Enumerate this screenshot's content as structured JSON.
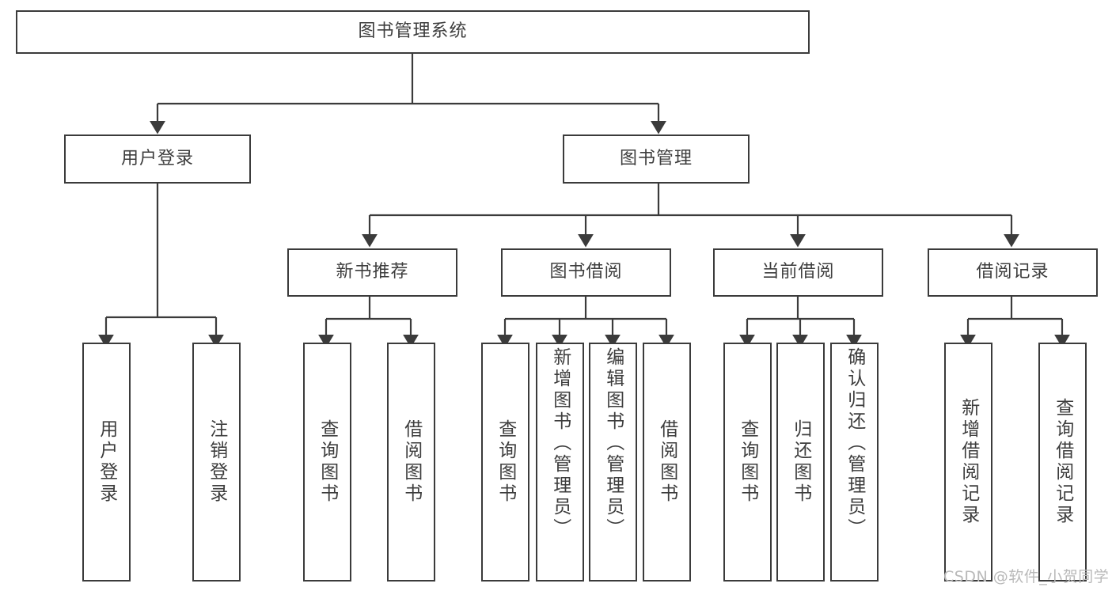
{
  "diagram": {
    "type": "tree-hierarchy",
    "title": "图书管理系统",
    "root": {
      "id": "root",
      "label": "图书管理系统",
      "orientation": "horizontal"
    },
    "level2": [
      {
        "id": "user-login",
        "label": "用户登录",
        "orientation": "horizontal"
      },
      {
        "id": "book-management",
        "label": "图书管理",
        "orientation": "horizontal"
      }
    ],
    "level3": [
      {
        "id": "new-book-recommend",
        "label": "新书推荐",
        "orientation": "horizontal",
        "parent": "book-management"
      },
      {
        "id": "book-borrow",
        "label": "图书借阅",
        "orientation": "horizontal",
        "parent": "book-management"
      },
      {
        "id": "current-borrow",
        "label": "当前借阅",
        "orientation": "horizontal",
        "parent": "book-management"
      },
      {
        "id": "borrow-record",
        "label": "借阅记录",
        "orientation": "horizontal",
        "parent": "book-management"
      }
    ],
    "leaves": [
      {
        "id": "leaf-user-login",
        "label": "用户登录",
        "parent": "user-login"
      },
      {
        "id": "leaf-logout-login",
        "label": "注销登录",
        "parent": "user-login"
      },
      {
        "id": "leaf-query-book-1",
        "label": "查询图书",
        "parent": "new-book-recommend"
      },
      {
        "id": "leaf-borrow-book-1",
        "label": "借阅图书",
        "parent": "new-book-recommend"
      },
      {
        "id": "leaf-query-book-2",
        "label": "查询图书",
        "parent": "book-borrow"
      },
      {
        "id": "leaf-add-book",
        "label": "新增图书（管理员）",
        "parent": "book-borrow"
      },
      {
        "id": "leaf-edit-book",
        "label": "编辑图书（管理员）",
        "parent": "book-borrow"
      },
      {
        "id": "leaf-borrow-book-2",
        "label": "借阅图书",
        "parent": "book-borrow"
      },
      {
        "id": "leaf-query-book-3",
        "label": "查询图书",
        "parent": "current-borrow"
      },
      {
        "id": "leaf-return-book",
        "label": "归还图书",
        "parent": "current-borrow"
      },
      {
        "id": "leaf-confirm-return",
        "label": "确认归还（管理员）",
        "parent": "current-borrow"
      },
      {
        "id": "leaf-add-record",
        "label": "新增借阅记录",
        "parent": "borrow-record"
      },
      {
        "id": "leaf-query-record",
        "label": "查询借阅记录",
        "parent": "borrow-record"
      }
    ]
  },
  "watermark": {
    "text": "CSDN @软件_小贺同学"
  },
  "colors": {
    "stroke": "#3b3b3b",
    "text": "#3d3d3d",
    "background": "#ffffff",
    "watermark": "#b9b9b9"
  }
}
